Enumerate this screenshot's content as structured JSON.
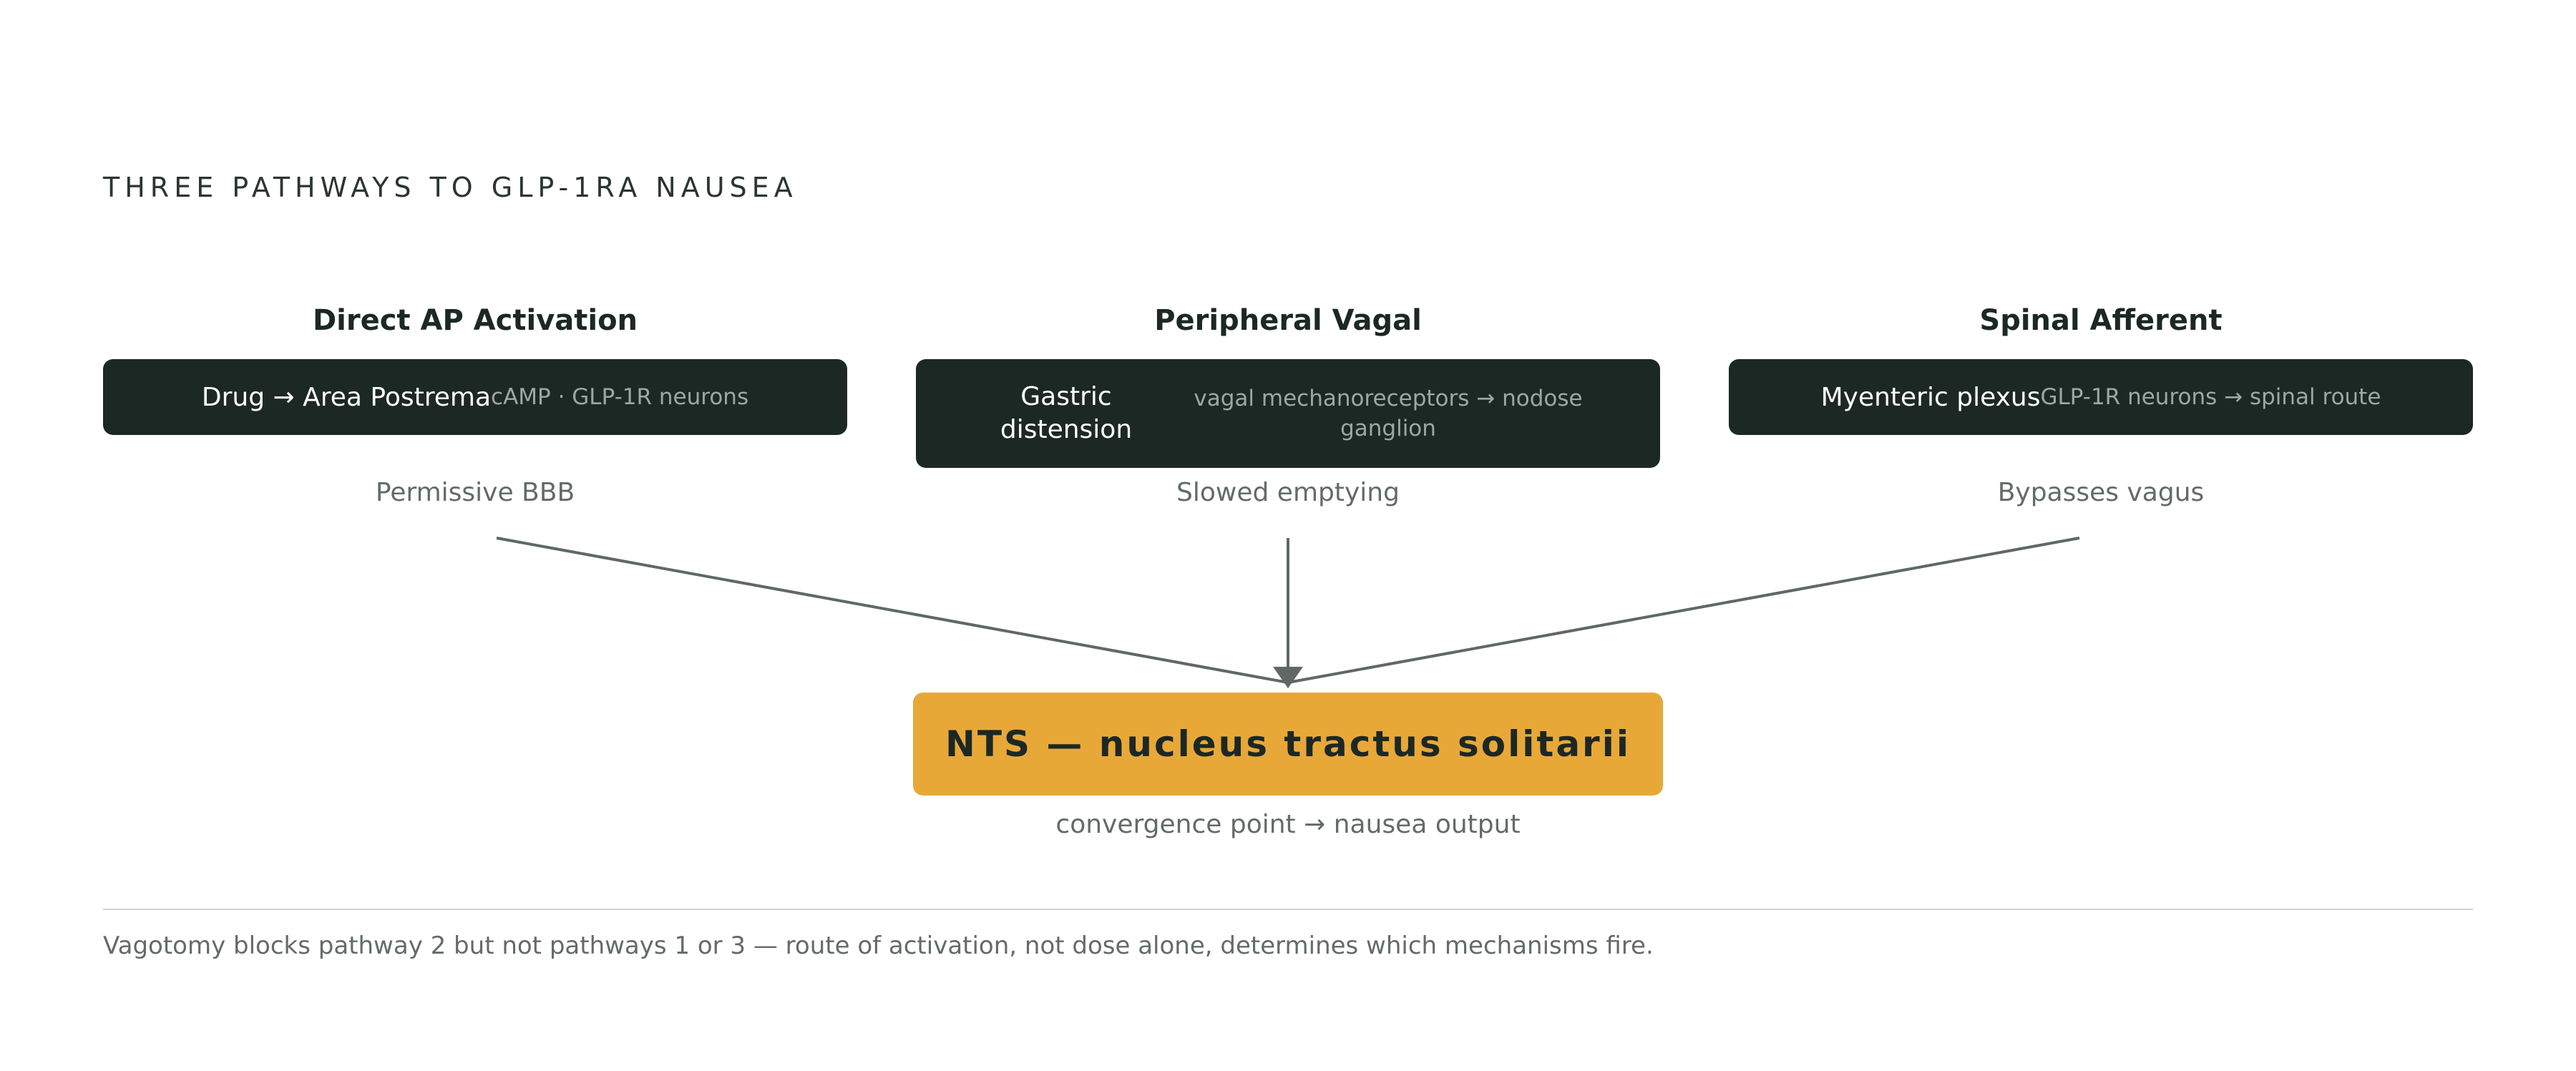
{
  "heading": "THREE PATHWAYS TO GLP-1RA NAUSEA",
  "pathways": [
    {
      "title": "Direct AP Activation",
      "main": "Drug → Area Postrema",
      "sub": "cAMP · GLP-1R neurons",
      "note": "Permissive BBB"
    },
    {
      "title": "Peripheral Vagal",
      "main": "Gastric distension",
      "sub": "vagal mechanoreceptors → nodose ganglion",
      "note": "Slowed emptying"
    },
    {
      "title": "Spinal Afferent",
      "main": "Myenteric plexus",
      "sub": "GLP-1R neurons → spinal route",
      "note": "Bypasses vagus"
    }
  ],
  "target": {
    "label": "NTS — nucleus tractus solitarii",
    "note": "convergence point → nausea output"
  },
  "footnote": "Vagotomy blocks pathway 2 but not pathways 1 or 3 — route of activation, not dose alone, determines which mechanisms fire.",
  "colors": {
    "box_dark": "#1c2824",
    "target_fill": "#e8a838",
    "connector": "#5f6865"
  }
}
